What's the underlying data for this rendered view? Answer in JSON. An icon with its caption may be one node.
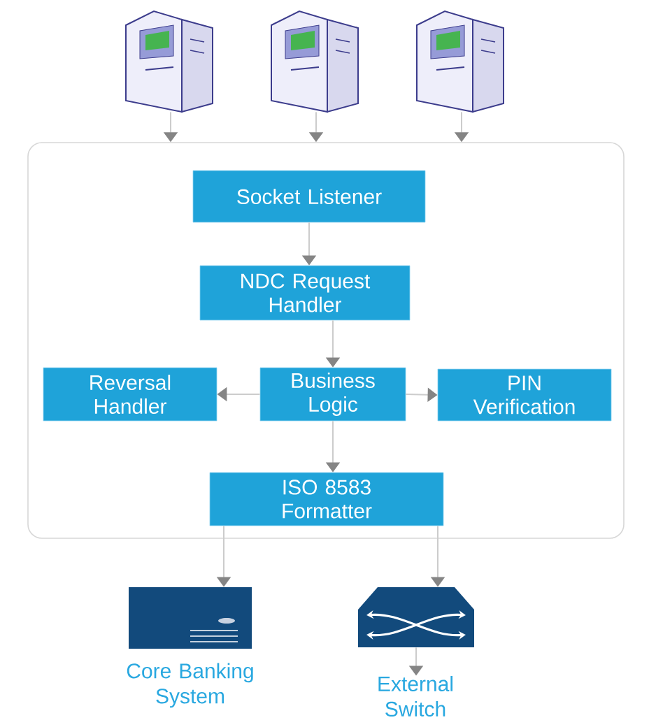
{
  "diagram": {
    "nodes": [
      {
        "text": [],
        "shape": "picture"
      },
      {
        "text": [],
        "shape": "picture"
      },
      {
        "text": [],
        "shape": "picture"
      },
      {
        "text": [],
        "shape": "box"
      },
      {
        "text": [
          "Socket Listener"
        ],
        "in": 3
      },
      {
        "text": [
          "NDC Request Handler"
        ],
        "in": 3
      },
      {
        "text": [
          "Reversal Handler"
        ],
        "in": 3
      },
      {
        "text": [
          "Business Logic"
        ],
        "in": 3
      },
      {
        "text": [
          "PIN Verification"
        ],
        "in": 3
      },
      {
        "text": [
          "ISO 8583 Formatter"
        ],
        "in": 3
      },
      {
        "text": [],
        "shape": "picture",
        "beside": [
          "Core Banking System"
        ]
      },
      {
        "text": [],
        "shape": "picture"
      },
      {
        "text": [
          "External Switch"
        ]
      }
    ],
    "edges": [
      {
        "from": 0,
        "to": 3,
        "arrow": "to"
      },
      {
        "from": 1,
        "to": 3,
        "arrow": "to"
      },
      {
        "from": 2,
        "to": 3,
        "arrow": "to"
      },
      {
        "from": 4,
        "to": 5,
        "arrow": "to"
      },
      {
        "from": 5,
        "to": 7,
        "arrow": "to"
      },
      {
        "from": 7,
        "to": 6,
        "arrow": "to"
      },
      {
        "from": 7,
        "to": 8,
        "arrow": "to"
      },
      {
        "from": 7,
        "to": 9,
        "arrow": "to"
      },
      {
        "from": 9,
        "to": 10,
        "arrow": "to"
      },
      {
        "from": 9,
        "to": 11,
        "arrow": "to"
      },
      {
        "from": 11,
        "to": 12,
        "arrow": "to"
      }
    ]
  }
}
